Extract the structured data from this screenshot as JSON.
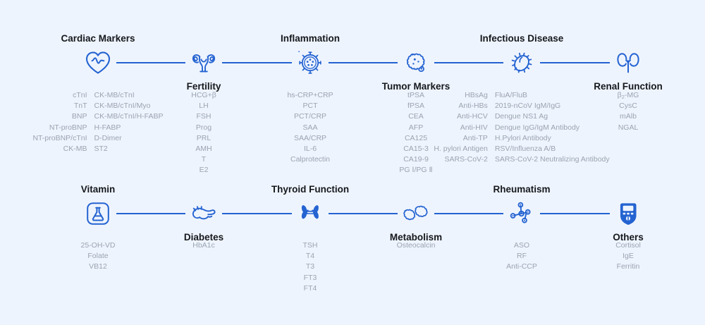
{
  "theme": {
    "background": "#eef4fe",
    "line_color": "#2463d1",
    "icon_color": "#2463d1",
    "title_color": "#15181c",
    "analyte_color": "#9aa4b0"
  },
  "rows": [
    {
      "name": "row-1",
      "nodes": [
        {
          "id": "cardiac-markers",
          "title": "Cardiac Markers",
          "title_position": "above",
          "icon": "heart-pulse-icon",
          "columns": [
            {
              "align": "right",
              "items": [
                "cTnI",
                "TnT",
                "BNP",
                "NT-proBNP",
                "NT-proBNP/cTnI",
                "CK-MB"
              ]
            },
            {
              "align": "left",
              "items": [
                "CK-MB/cTnI",
                "CK-MB/cTnI/Myo",
                "CK-MB/cTnI/H-FABP",
                "H-FABP",
                "D-Dimer",
                "ST2"
              ]
            }
          ]
        },
        {
          "id": "fertility",
          "title": "Fertility",
          "title_position": "below",
          "icon": "uterus-icon",
          "columns": [
            {
              "align": "center",
              "items": [
                "HCG+β",
                "LH",
                "FSH",
                "Prog",
                "PRL",
                "AMH",
                "T",
                "E2"
              ]
            }
          ]
        },
        {
          "id": "inflammation",
          "title": "Inflammation",
          "title_position": "above",
          "icon": "virus-icon",
          "columns": [
            {
              "align": "center",
              "items": [
                "hs-CRP+CRP",
                "PCT",
                "PCT/CRP",
                "SAA",
                "SAA/CRP",
                "IL-6",
                "Calprotectin"
              ]
            }
          ]
        },
        {
          "id": "tumor-markers",
          "title": "Tumor Markers",
          "title_position": "below",
          "icon": "tumor-cell-icon",
          "columns": [
            {
              "align": "center",
              "items": [
                "tPSA",
                "fPSA",
                "CEA",
                "AFP",
                "CA125",
                "CA15-3",
                "CA19-9",
                "PG Ⅰ/PG Ⅱ"
              ]
            }
          ]
        },
        {
          "id": "infectious-disease",
          "title": "Infectious Disease",
          "title_position": "above",
          "icon": "bacteria-icon",
          "columns": [
            {
              "align": "right",
              "items": [
                "HBsAg",
                "Anti-HBs",
                "Anti-HCV",
                "Anti-HIV",
                "Anti-TP",
                "H. pylori Antigen",
                "SARS-CoV-2"
              ]
            },
            {
              "align": "left",
              "items": [
                "FluA/FluB",
                "2019-nCoV IgM/IgG",
                "Dengue NS1 Ag",
                "Dengue IgG/IgM Antibody",
                "H.Pylori Antibody",
                "RSV/Influenza A/B",
                "SARS-CoV-2 Neutralizing Antibody"
              ]
            }
          ]
        },
        {
          "id": "renal-function",
          "title": "Renal Function",
          "title_position": "below",
          "icon": "kidney-icon",
          "columns": [
            {
              "align": "center",
              "items": [
                "β₂-MG",
                "CysC",
                "mAlb",
                "NGAL"
              ]
            }
          ]
        }
      ]
    },
    {
      "name": "row-2",
      "nodes": [
        {
          "id": "vitamin",
          "title": "Vitamin",
          "title_position": "above",
          "icon": "flask-icon",
          "columns": [
            {
              "align": "center",
              "items": [
                "25-OH-VD",
                "Folate",
                "VB12"
              ]
            }
          ]
        },
        {
          "id": "diabetes",
          "title": "Diabetes",
          "title_position": "below",
          "icon": "pancreas-icon",
          "columns": [
            {
              "align": "center",
              "items": [
                "HbA1c"
              ]
            }
          ]
        },
        {
          "id": "thyroid-function",
          "title": "Thyroid Function",
          "title_position": "above",
          "icon": "thyroid-icon",
          "columns": [
            {
              "align": "center",
              "items": [
                "TSH",
                "T4",
                "T3",
                "FT3",
                "FT4"
              ]
            }
          ]
        },
        {
          "id": "metabolism",
          "title": "Metabolism",
          "title_position": "below",
          "icon": "bone-icon",
          "columns": [
            {
              "align": "center",
              "items": [
                "Osteocalcin"
              ]
            }
          ]
        },
        {
          "id": "rheumatism",
          "title": "Rheumatism",
          "title_position": "above",
          "icon": "molecule-icon",
          "columns": [
            {
              "align": "center",
              "items": [
                "ASO",
                "RF",
                "Anti-CCP"
              ]
            }
          ]
        },
        {
          "id": "others",
          "title": "Others",
          "title_position": "below",
          "icon": "glucose-meter-icon",
          "columns": [
            {
              "align": "center",
              "items": [
                "Cortisol",
                "IgE",
                "Ferritin"
              ]
            }
          ]
        }
      ]
    }
  ]
}
